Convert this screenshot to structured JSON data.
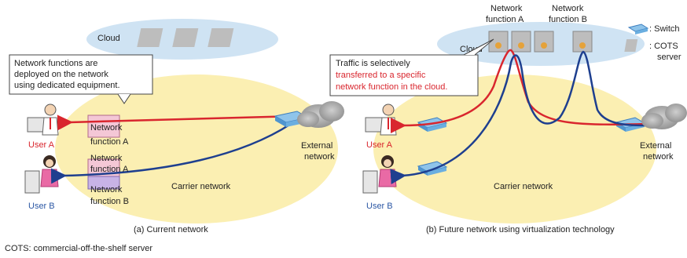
{
  "left": {
    "cloud_label": "Cloud",
    "callout_lines": [
      "Network functions are",
      "deployed on the network",
      "using dedicated equipment."
    ],
    "nf_a_line1": "Network",
    "nf_a_line2": "function A",
    "nf_a2_line1": "Network",
    "nf_a2_line2": "function A",
    "nf_b_line1": "Network",
    "nf_b_line2": "function B",
    "user_a": "User A",
    "user_b": "User B",
    "external_line1": "External",
    "external_line2": "network",
    "carrier": "Carrier network",
    "caption": "(a) Current network"
  },
  "right": {
    "cloud_label": "Cloud",
    "nf_a_line1": "Network",
    "nf_a_line2": "function A",
    "nf_b_line1": "Network",
    "nf_b_line2": "function B",
    "callout_line1": "Traffic is selectively",
    "callout_line2": "transferred to a specific",
    "callout_line3": "network function in the cloud.",
    "user_a": "User A",
    "user_b": "User B",
    "external_line1": "External",
    "external_line2": "network",
    "carrier": "Carrier network",
    "caption": "(b) Future network using virtualization technology"
  },
  "legend": {
    "switch": ": Switch",
    "cots_line1": ": COTS",
    "cots_line2": "server"
  },
  "footnote": "COTS: commercial-off-the-shelf server",
  "colors": {
    "red_path": "#d9262e",
    "blue_path": "#1e3f8f",
    "carrier_fill": "#fbefb2",
    "cloud_fill": "#cfe3f3",
    "server_fill": "#bdbdbd"
  }
}
